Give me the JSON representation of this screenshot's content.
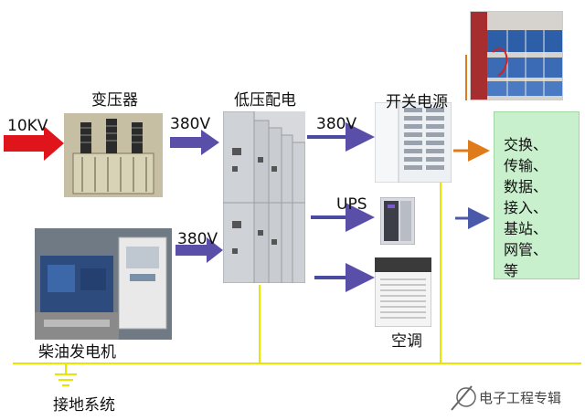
{
  "input_label": "10KV",
  "transformer": {
    "label": "变压器",
    "output_voltage": "380V"
  },
  "generator": {
    "label": "柴油发电机",
    "output_voltage": "380V"
  },
  "lv_distribution": {
    "label": "低压配电",
    "output_voltage": "380V"
  },
  "switching_power": {
    "label": "开关电源"
  },
  "ups": {
    "label": "UPS"
  },
  "air_conditioner": {
    "label": "空调"
  },
  "grounding": {
    "label": "接地系统"
  },
  "services": [
    "交换、",
    "传输、",
    "数据、",
    "接入、",
    "基站、",
    "网管、",
    "等"
  ],
  "watermark": {
    "text": "电子工程专辑"
  },
  "colors": {
    "input_arrow": "#e0141b",
    "power_arrow": "#5a4fa8",
    "output_arrow": "#e07b1c",
    "ground_line": "#e6e600",
    "services_bg": "#c9f0cc"
  }
}
